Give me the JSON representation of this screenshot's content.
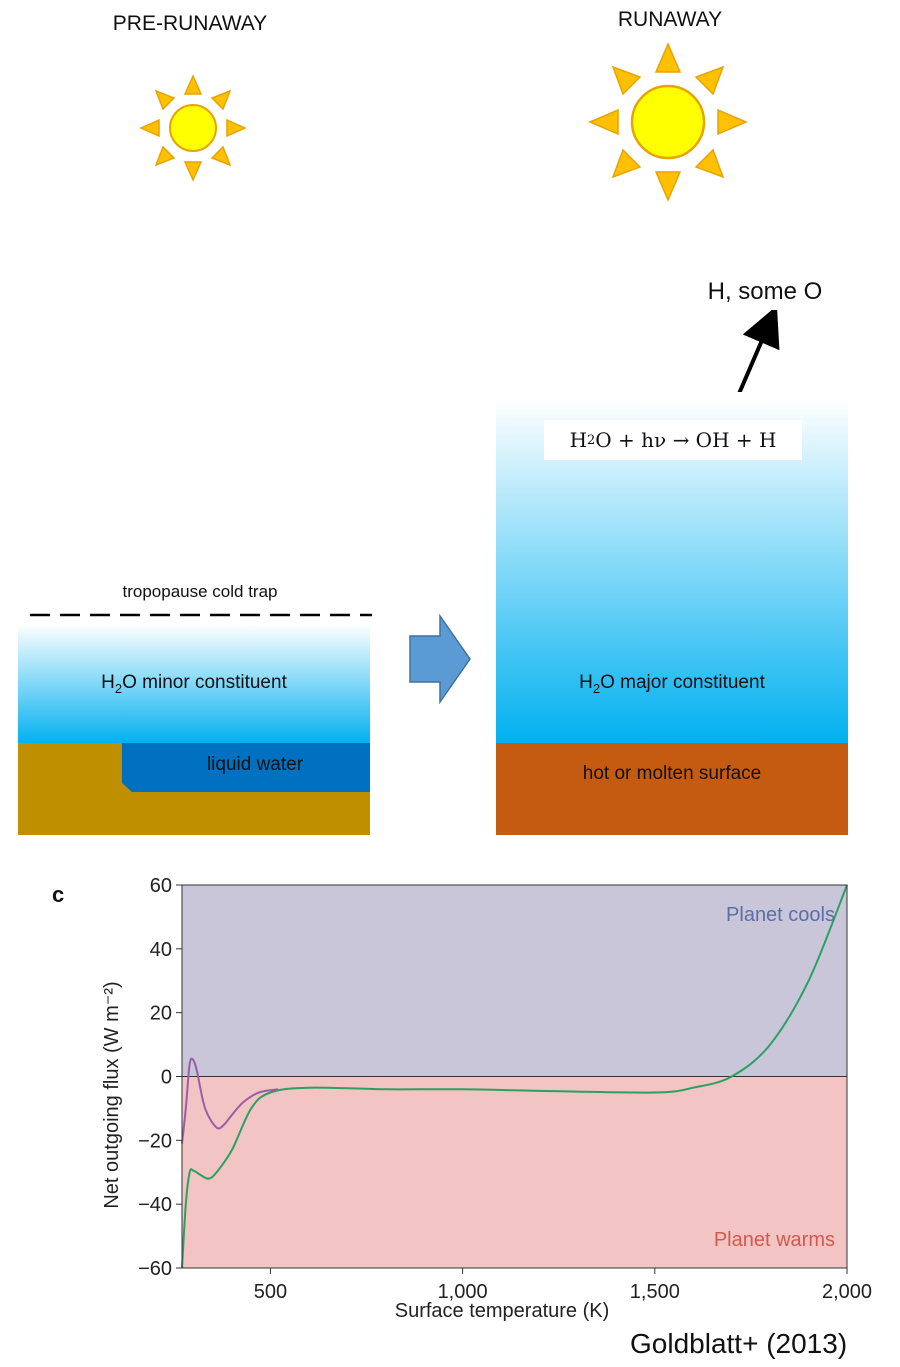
{
  "pre_runaway": {
    "title": "PRE-RUNAWAY",
    "cold_trap_label": "tropopause cold trap",
    "atmosphere_label_h": "H",
    "atmosphere_label_sub": "2",
    "atmosphere_label_rest": "O minor constituent",
    "liquid_label": "liquid water",
    "colors": {
      "ground": "#bf8f00",
      "ocean": "#0070c0",
      "sky_top": "#ffffff",
      "sky_bottom": "#00b0f0"
    }
  },
  "runaway": {
    "title": "RUNAWAY",
    "escape_label": "H, some O",
    "reaction": {
      "h2o": "H",
      "sub": "2",
      "rest": "O + hν → OH + H"
    },
    "atmosphere_label_h": "H",
    "atmosphere_label_sub": "2",
    "atmosphere_label_rest": "O major constituent",
    "surface_label": "hot or molten surface",
    "colors": {
      "surface": "#c55a11",
      "sky_top": "#ffffff",
      "sky_bottom": "#00b0f0"
    }
  },
  "transition_arrow": {
    "color": "#5b9bd5",
    "icon": "right-arrow-icon"
  },
  "sun_icon": {
    "fill": "#ffff00",
    "ray_fill": "#ffc000",
    "stroke": "#e7a400"
  },
  "chart_data": {
    "type": "line",
    "panel_letter": "c",
    "xlabel": "Surface temperature (K)",
    "ylabel": "Net outgoing flux (W m⁻²)",
    "xlim": [
      270,
      2000
    ],
    "ylim": [
      -60,
      60
    ],
    "xticks": [
      500,
      1000,
      1500,
      2000
    ],
    "xtick_labels": [
      "500",
      "1,000",
      "1,500",
      "2,000"
    ],
    "yticks": [
      60,
      40,
      20,
      0,
      -20,
      -40,
      -60
    ],
    "ytick_labels": [
      "60",
      "40",
      "20",
      "0",
      "−20",
      "−40",
      "−60"
    ],
    "regions": [
      {
        "label": "Planet cools",
        "range": [
          0,
          60
        ],
        "color": "#c9c6da",
        "text_color": "#5a6fa8"
      },
      {
        "label": "Planet warms",
        "range": [
          -60,
          0
        ],
        "color": "#f2c4c3",
        "text_color": "#d25a4e"
      }
    ],
    "series": [
      {
        "color": "#2aa062",
        "x": [
          270,
          280,
          290,
          300,
          320,
          340,
          360,
          400,
          450,
          500,
          600,
          800,
          1000,
          1200,
          1500,
          1600,
          1700,
          1800,
          1900,
          2000
        ],
        "y": [
          -60,
          -40,
          -30,
          -29.5,
          -31,
          -32,
          -30,
          -23,
          -10,
          -5,
          -3.5,
          -4,
          -4,
          -4.5,
          -5,
          -3.5,
          0,
          10,
          30,
          60
        ]
      },
      {
        "color": "#9b5da6",
        "x": [
          270,
          280,
          290,
          300,
          310,
          330,
          360,
          380,
          400,
          430,
          470,
          520
        ],
        "y": [
          -21,
          -10,
          4,
          5,
          1,
          -10,
          -16,
          -15,
          -12,
          -8,
          -5,
          -4
        ]
      }
    ],
    "citation": "Goldblatt+ (2013)"
  }
}
